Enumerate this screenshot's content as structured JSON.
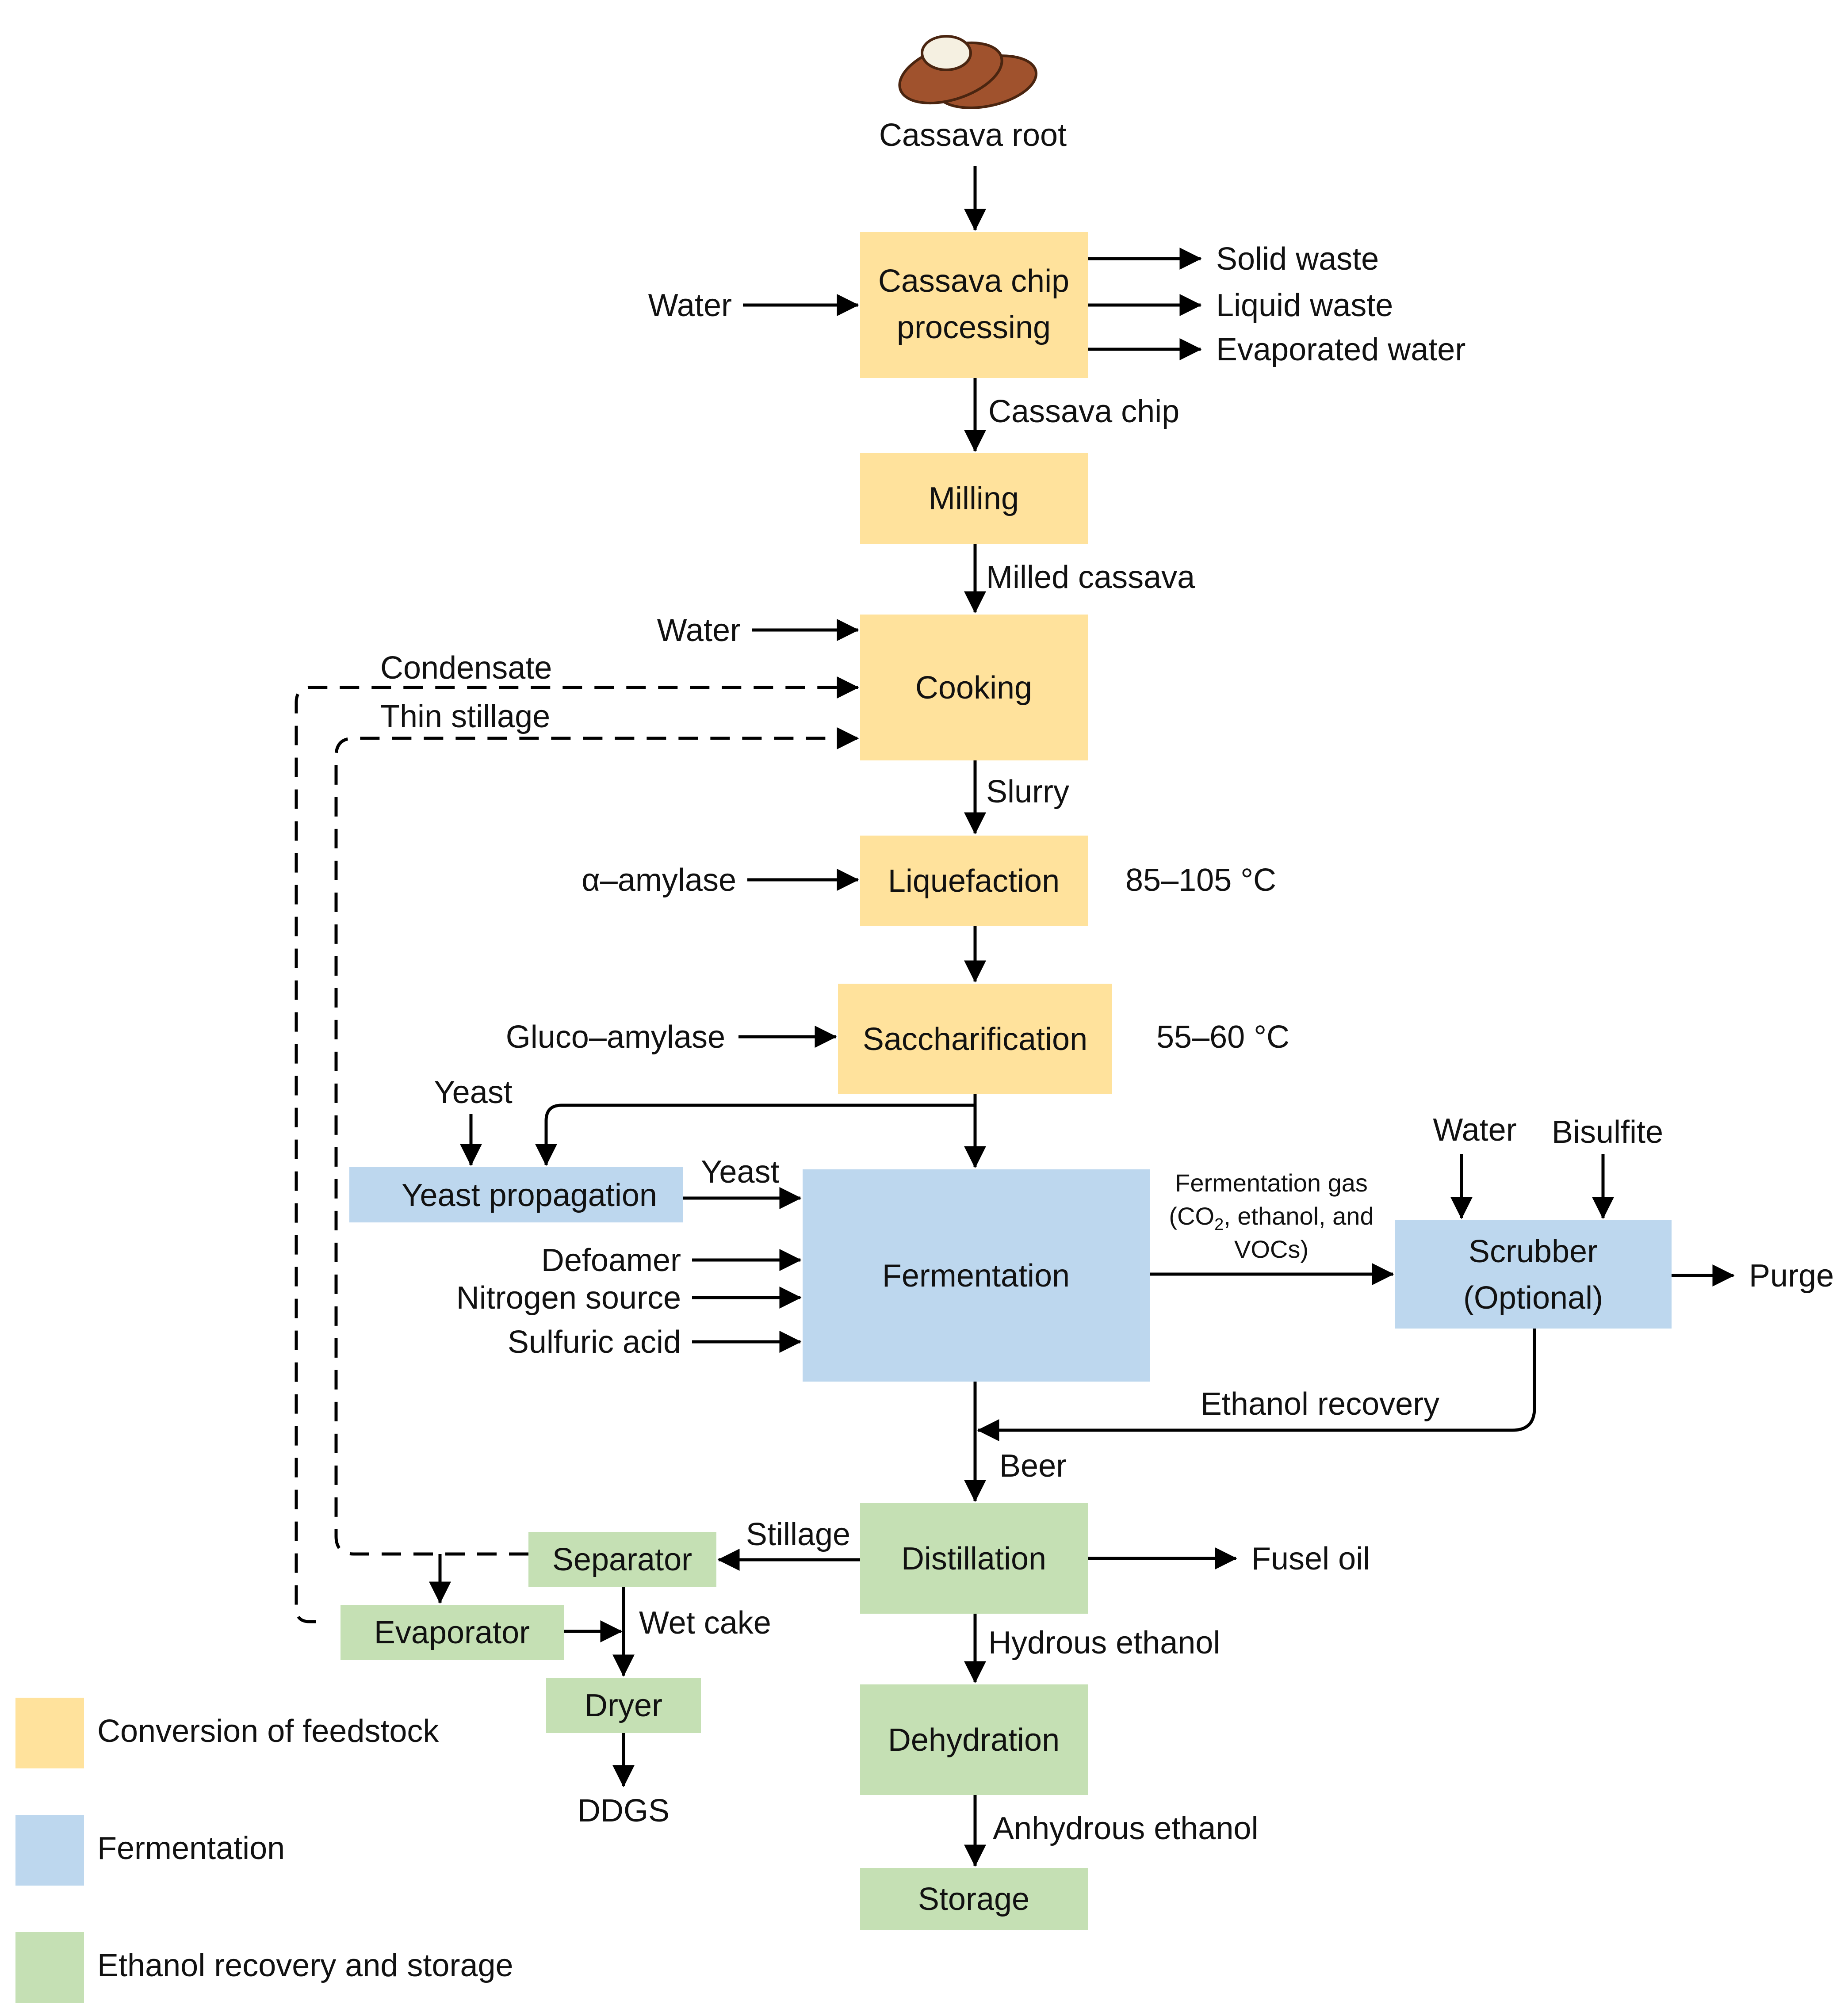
{
  "colors": {
    "conversion": "#FFE29C",
    "fermentation": "#BDD7EE",
    "recovery": "#C5E0B4",
    "cassava_skin": "#A0522D",
    "cassava_flesh": "#F5F0E1"
  },
  "header": {
    "cassava_icon": "cassava-root-icon",
    "cassava_root": "Cassava root"
  },
  "process": {
    "chip_processing_line1": "Cassava chip",
    "chip_processing_line2": "processing",
    "milling": "Milling",
    "cooking": "Cooking",
    "liquefaction": "Liquefaction",
    "saccharification": "Saccharification",
    "yeast_propagation": "Yeast propagation",
    "fermentation": "Fermentation",
    "scrubber_line1": "Scrubber",
    "scrubber_line2": "(Optional)",
    "distillation": "Distillation",
    "separator": "Separator",
    "evaporator": "Evaporator",
    "dryer": "Dryer",
    "dehydration": "Dehydration",
    "storage": "Storage"
  },
  "streams": {
    "water_chip": "Water",
    "solid_waste": "Solid waste",
    "liquid_waste": "Liquid waste",
    "evaporated_water": "Evaporated water",
    "cassava_chip": "Cassava chip",
    "milled_cassava": "Milled cassava",
    "water_cooking": "Water",
    "condensate": "Condensate",
    "thin_stillage": "Thin stillage",
    "slurry": "Slurry",
    "alpha_amylase": "α–amylase",
    "liquefaction_temp": "85–105 °C",
    "gluco_amylase": "Gluco–amylase",
    "saccharification_temp": "55–60 °C",
    "yeast_in": "Yeast",
    "yeast_out": "Yeast",
    "defoamer": "Defoamer",
    "nitrogen_source": "Nitrogen source",
    "sulfuric_acid": "Sulfuric acid",
    "fermentation_gas_line1": "Fermentation gas",
    "fermentation_gas_line2_pre": "(CO",
    "fermentation_gas_line2_sub": "2",
    "fermentation_gas_line2_post": ", ethanol, and",
    "fermentation_gas_line3": "VOCs)",
    "water_scrubber": "Water",
    "bisulfite": "Bisulfite",
    "purge": "Purge",
    "ethanol_recovery": "Ethanol recovery",
    "beer": "Beer",
    "stillage": "Stillage",
    "fusel_oil": "Fusel oil",
    "wet_cake": "Wet cake",
    "ddgs": "DDGS",
    "hydrous_ethanol": "Hydrous ethanol",
    "anhydrous_ethanol": "Anhydrous ethanol"
  },
  "legend": {
    "conversion": "Conversion of feedstock",
    "fermentation": "Fermentation",
    "recovery": "Ethanol recovery and storage"
  }
}
